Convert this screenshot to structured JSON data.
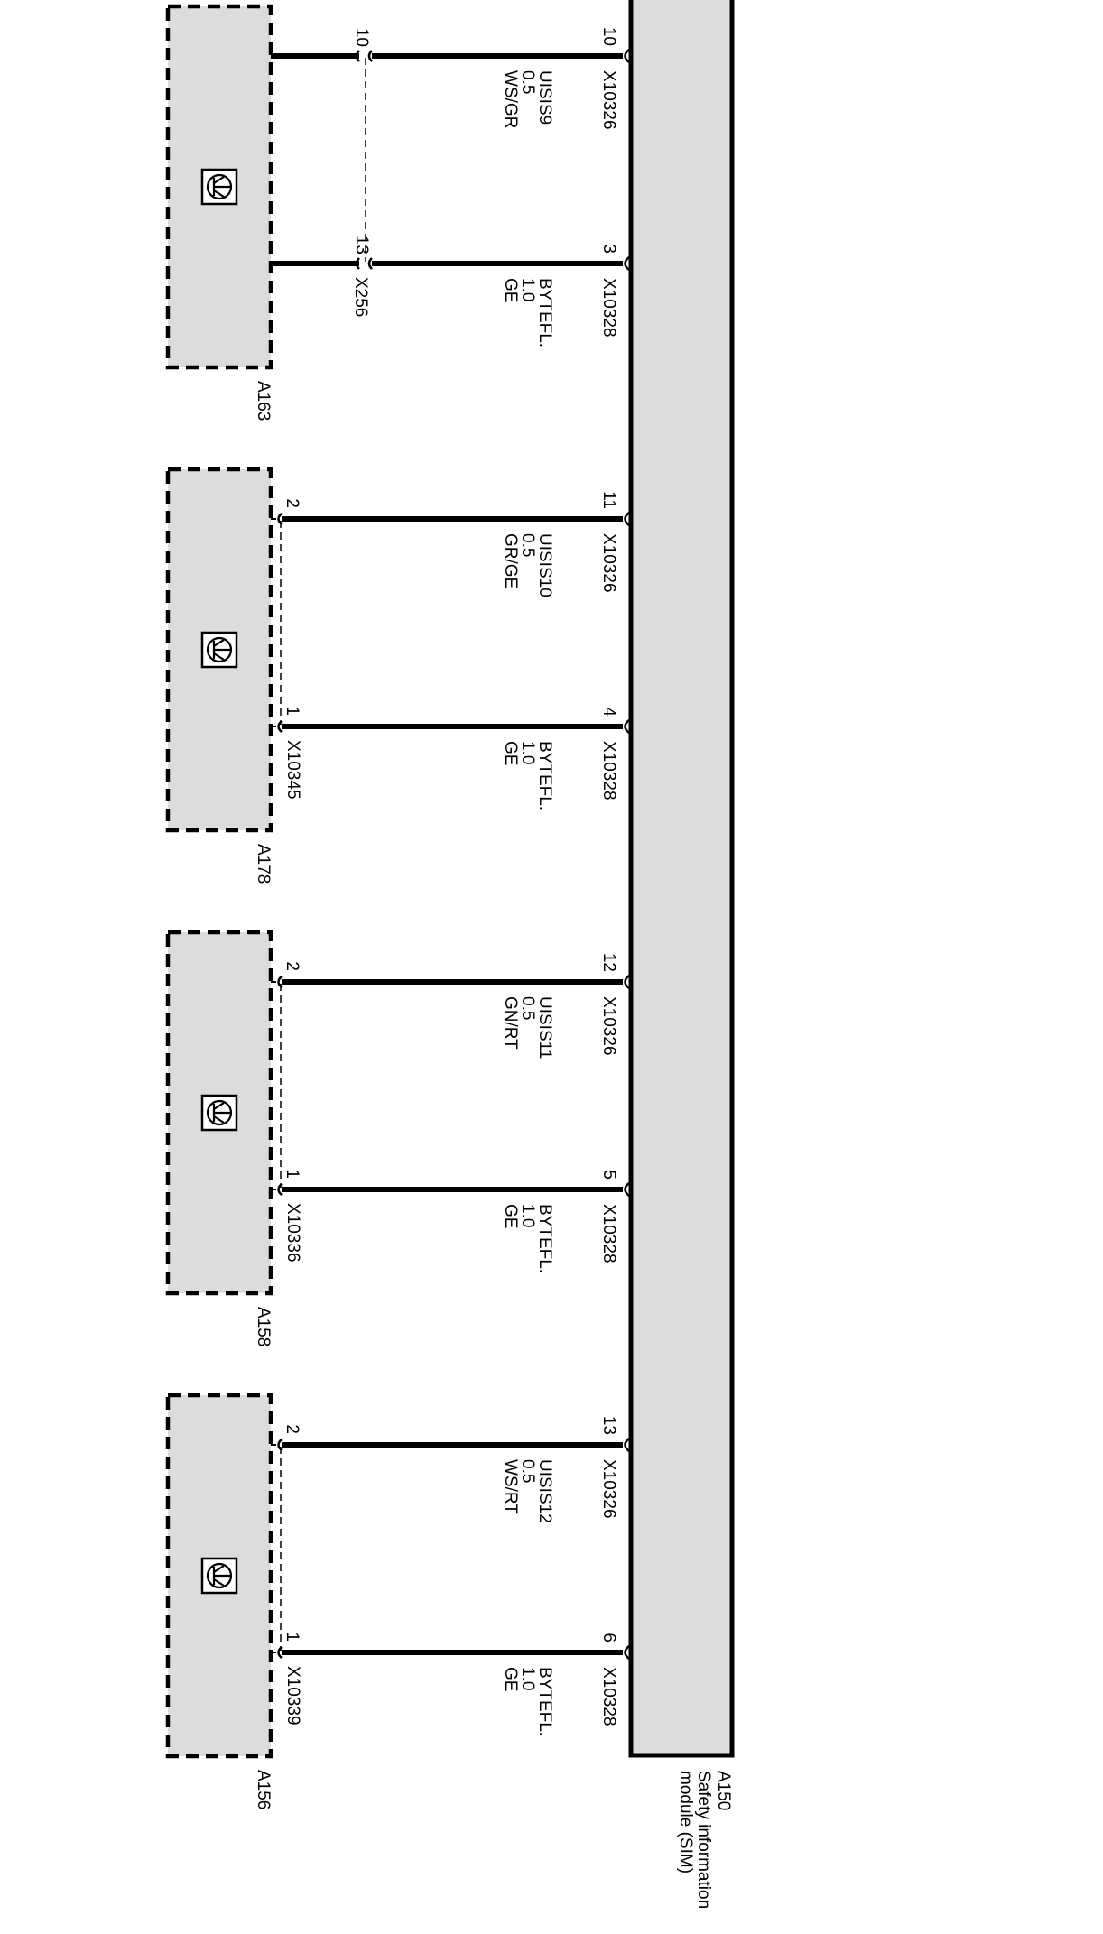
{
  "module": {
    "id": "A150",
    "name_lines": [
      "Safety information",
      "module (SIM)"
    ]
  },
  "components": [
    {
      "id": "A163",
      "icon": "satellite-sensor-icon",
      "wires": [
        {
          "label": "UISIS9",
          "size": "0.5",
          "color": "WS/GR",
          "module_pin": "10",
          "module_connector": "X10326",
          "comp_pin": "10",
          "comp_connector": ""
        },
        {
          "label": "BYTEFL.",
          "size": "1.0",
          "color": "GE",
          "module_pin": "3",
          "module_connector": "X10328",
          "comp_pin": "13",
          "comp_connector": "X256"
        }
      ]
    },
    {
      "id": "A178",
      "icon": "satellite-sensor-icon",
      "wires": [
        {
          "label": "UISIS10",
          "size": "0.5",
          "color": "GR/GE",
          "module_pin": "11",
          "module_connector": "X10326",
          "comp_pin": "2",
          "comp_connector": ""
        },
        {
          "label": "BYTEFL.",
          "size": "1.0",
          "color": "GE",
          "module_pin": "4",
          "module_connector": "X10328",
          "comp_pin": "1",
          "comp_connector": "X10345"
        }
      ]
    },
    {
      "id": "A158",
      "icon": "satellite-sensor-icon",
      "wires": [
        {
          "label": "UISIS11",
          "size": "0.5",
          "color": "GN/RT",
          "module_pin": "12",
          "module_connector": "X10326",
          "comp_pin": "2",
          "comp_connector": ""
        },
        {
          "label": "BYTEFL.",
          "size": "1.0",
          "color": "GE",
          "module_pin": "5",
          "module_connector": "X10328",
          "comp_pin": "1",
          "comp_connector": "X10336"
        }
      ]
    },
    {
      "id": "A156",
      "icon": "satellite-sensor-icon",
      "wires": [
        {
          "label": "UISIS12",
          "size": "0.5",
          "color": "WS/RT",
          "module_pin": "13",
          "module_connector": "X10326",
          "comp_pin": "2",
          "comp_connector": ""
        },
        {
          "label": "BYTEFL.",
          "size": "1.0",
          "color": "GE",
          "module_pin": "6",
          "module_connector": "X10328",
          "comp_pin": "1",
          "comp_connector": "X10339"
        }
      ]
    }
  ]
}
